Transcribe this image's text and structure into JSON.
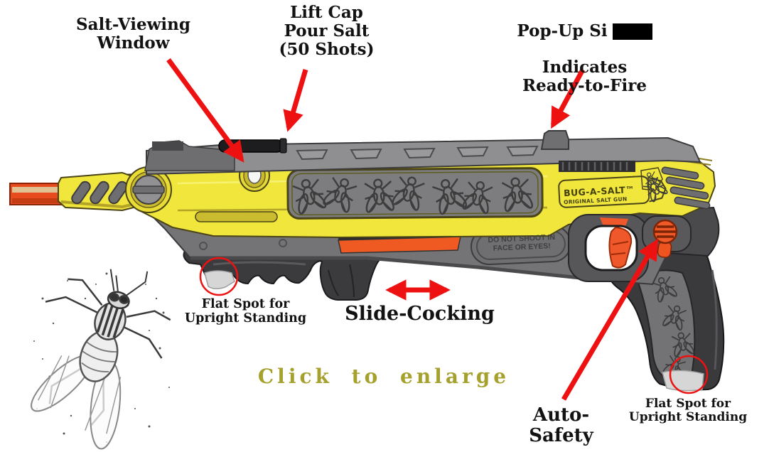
{
  "figure": {
    "product": "BUG-A-SALT Original Salt Gun diagram"
  },
  "annotations": {
    "salt_viewing_window": "Salt-Viewing\nWindow",
    "lift_cap": "Lift Cap\nPour Salt\n(50 Shots)",
    "popup_sight_prefix": "Pop-Up Si",
    "popup_sight_rest": "Indicates\nReady-to-Fire",
    "flat_spot_left": "Flat Spot for\nUpright Standing",
    "slide_cocking": "Slide-Cocking",
    "click_to_enlarge": "Click to enlarge",
    "auto_safety": "Auto-\nSafety",
    "flat_spot_right": "Flat Spot for\nUpright Standing"
  },
  "gun_markings": {
    "brand": "BUG-A-SALT™",
    "model": "ORIGINAL SALT GUN",
    "warning": "DO NOT SHOOT IN\nFACE OR EYES!"
  },
  "icons": {
    "callout_arrow": "red-callout-arrow",
    "slide_arrow": "red-double-headed-arrow",
    "highlight_circle": "red-highlight-circle",
    "redaction": "black-redaction-box",
    "fly_sketch": "housefly-sketch"
  },
  "colors": {
    "arrow_red": "#ee1111",
    "body_yellow": "#f0e63c",
    "accent_orange": "#ef5528",
    "enlarge_olive": "#a6a02d",
    "label_black": "#121212"
  }
}
